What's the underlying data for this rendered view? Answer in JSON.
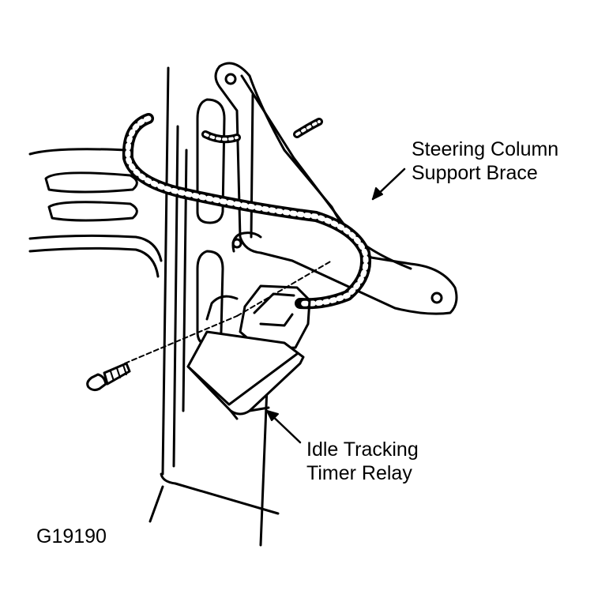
{
  "labels": {
    "brace": [
      "Steering Column",
      "Support Brace"
    ],
    "relay": [
      "Idle Tracking",
      "Timer Relay"
    ]
  },
  "figure_id": "G19190",
  "colors": {
    "ink": "#000000",
    "paper": "#ffffff"
  }
}
